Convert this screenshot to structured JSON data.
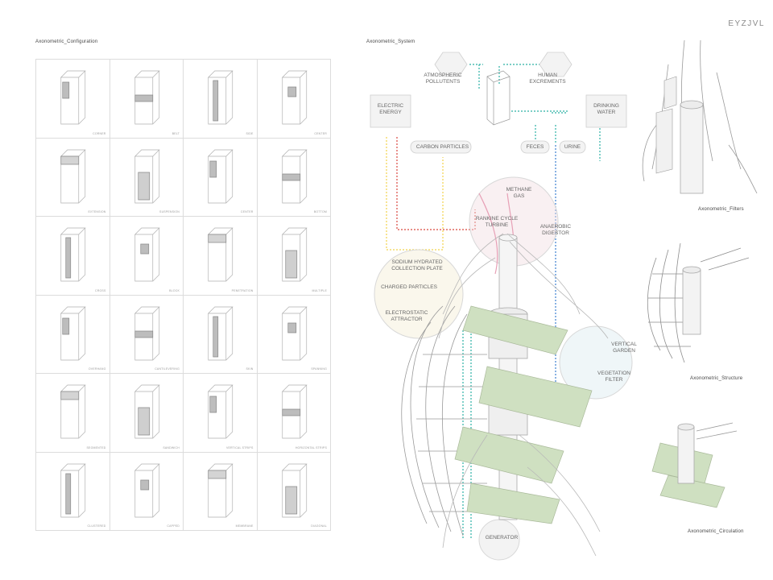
{
  "brand": "EYZJVL",
  "configuration": {
    "title": "Axonometric_Configuration",
    "cells": [
      {
        "label": "CORNER"
      },
      {
        "label": "BELT"
      },
      {
        "label": "SIDE"
      },
      {
        "label": "CENTER"
      },
      {
        "label": "EXTENSION"
      },
      {
        "label": "SUSPENSION"
      },
      {
        "label": "CENTER"
      },
      {
        "label": "BOTTOM"
      },
      {
        "label": "CROSS"
      },
      {
        "label": "BLOCK"
      },
      {
        "label": "PENETRATION"
      },
      {
        "label": "MULTIPLE"
      },
      {
        "label": "OVERHANG"
      },
      {
        "label": "CANTILEVERING"
      },
      {
        "label": "SKIN"
      },
      {
        "label": "SPANNING"
      },
      {
        "label": "SEGMENTED"
      },
      {
        "label": "SANDWICH"
      },
      {
        "label": "VERTICAL STRIPS"
      },
      {
        "label": "HORIZONTAL STRIPS"
      },
      {
        "label": "CLUSTERED"
      },
      {
        "label": "CAPPED"
      },
      {
        "label": "MEMBRANE"
      },
      {
        "label": "DIAGONAL"
      }
    ]
  },
  "system": {
    "title": "Axonometric_System",
    "nodes": {
      "atmospheric": "ATMOSPHERIC\nPOLLUTENTS",
      "human": "HUMAN\nEXCREMENTS",
      "electric": "ELECTRIC\nENERGY",
      "drinking": "DRINKING\nWATER",
      "carbon": "CARBON PARTICLES",
      "feces": "FECES",
      "urine": "URINE",
      "methane": "METHANE\nGAS",
      "rankine": "RANKINE CYCLE\nTURBINE",
      "anaerobic": "ANAEROBIC\nDIGESTOR",
      "sodium": "SODIUM HYDRATED\nCOLLECTION PLATE",
      "charged": "CHARGED PARTICLES",
      "electrostatic": "ELECTROSTATIC\nATTRACTOR",
      "vertical": "VERTICAL\nGARDEN",
      "vegetation": "VEGETATION\nFILTER",
      "generator": "GENERATOR"
    },
    "colors": {
      "yellow": "#f2d34a",
      "red": "#d9473f",
      "teal": "#2bb1a5",
      "blue": "#3b7fd0",
      "pink": "#e7a0b6"
    }
  },
  "side": {
    "filters": "Axonometric_Filters",
    "structure": "Axonometric_Structure",
    "circulation": "Axonometric_Circulation"
  }
}
